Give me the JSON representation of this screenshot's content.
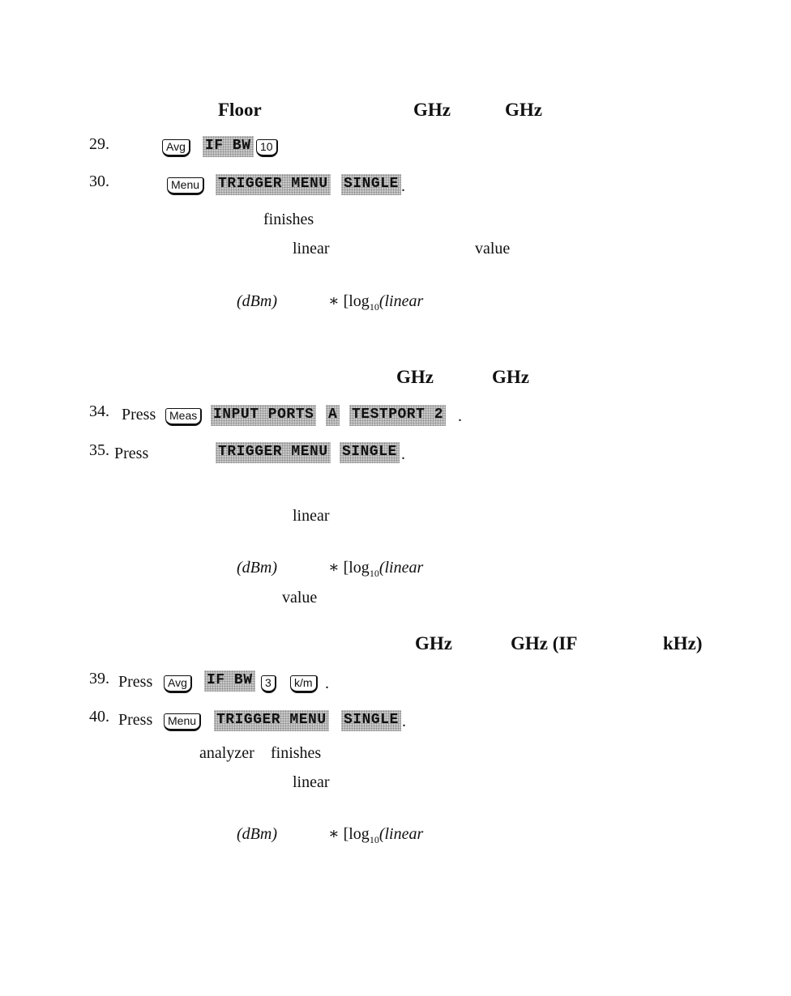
{
  "heading1": {
    "floor": "Floor",
    "ghz_a": "GHz",
    "ghz_b": "GHz"
  },
  "step29": {
    "num": "29.",
    "key_avg": "Avg",
    "soft_ifbw": "IF BW",
    "key_10": "10"
  },
  "step30": {
    "num": "30.",
    "key_menu": "Menu",
    "soft_trigger": "TRIGGER MENU",
    "soft_single": "SINGLE",
    "end": "."
  },
  "text1": {
    "finishes": "finishes",
    "linear": "linear",
    "value": "value"
  },
  "formula1": {
    "dbm": "(dBm)",
    "op": "∗ [log",
    "sub": "10",
    "lin": "(linear"
  },
  "heading2": {
    "ghz_a": "GHz",
    "ghz_b": "GHz"
  },
  "step34": {
    "num": "34.",
    "press": "Press",
    "key_meas": "Meas",
    "soft_input": "INPUT PORTS",
    "soft_a": "A",
    "soft_testport": "TESTPORT 2",
    "end": "."
  },
  "step35": {
    "num": "35.",
    "press": "Press",
    "soft_trigger": "TRIGGER MENU",
    "soft_single": "SINGLE",
    "end": "."
  },
  "text2": {
    "linear": "linear"
  },
  "formula2": {
    "dbm": "(dBm)",
    "op": "∗ [log",
    "sub": "10",
    "lin": "(linear"
  },
  "text3": {
    "value": "value"
  },
  "heading3": {
    "ghz_a": "GHz",
    "ghz_b": "GHz (IF",
    "khz": "kHz)"
  },
  "step39": {
    "num": "39.",
    "press": "Press",
    "key_avg": "Avg",
    "soft_ifbw": "IF BW",
    "key_3": "3",
    "key_km": "k/m",
    "end": "."
  },
  "step40": {
    "num": "40.",
    "press": "Press",
    "key_menu": "Menu",
    "soft_trigger": "TRIGGER MENU",
    "soft_single": "SINGLE",
    "end": "."
  },
  "text4": {
    "analyzer": "analyzer",
    "finishes": "finishes",
    "linear": "linear"
  },
  "formula3": {
    "dbm": "(dBm)",
    "op": "∗ [log",
    "sub": "10",
    "lin": "(linear"
  }
}
